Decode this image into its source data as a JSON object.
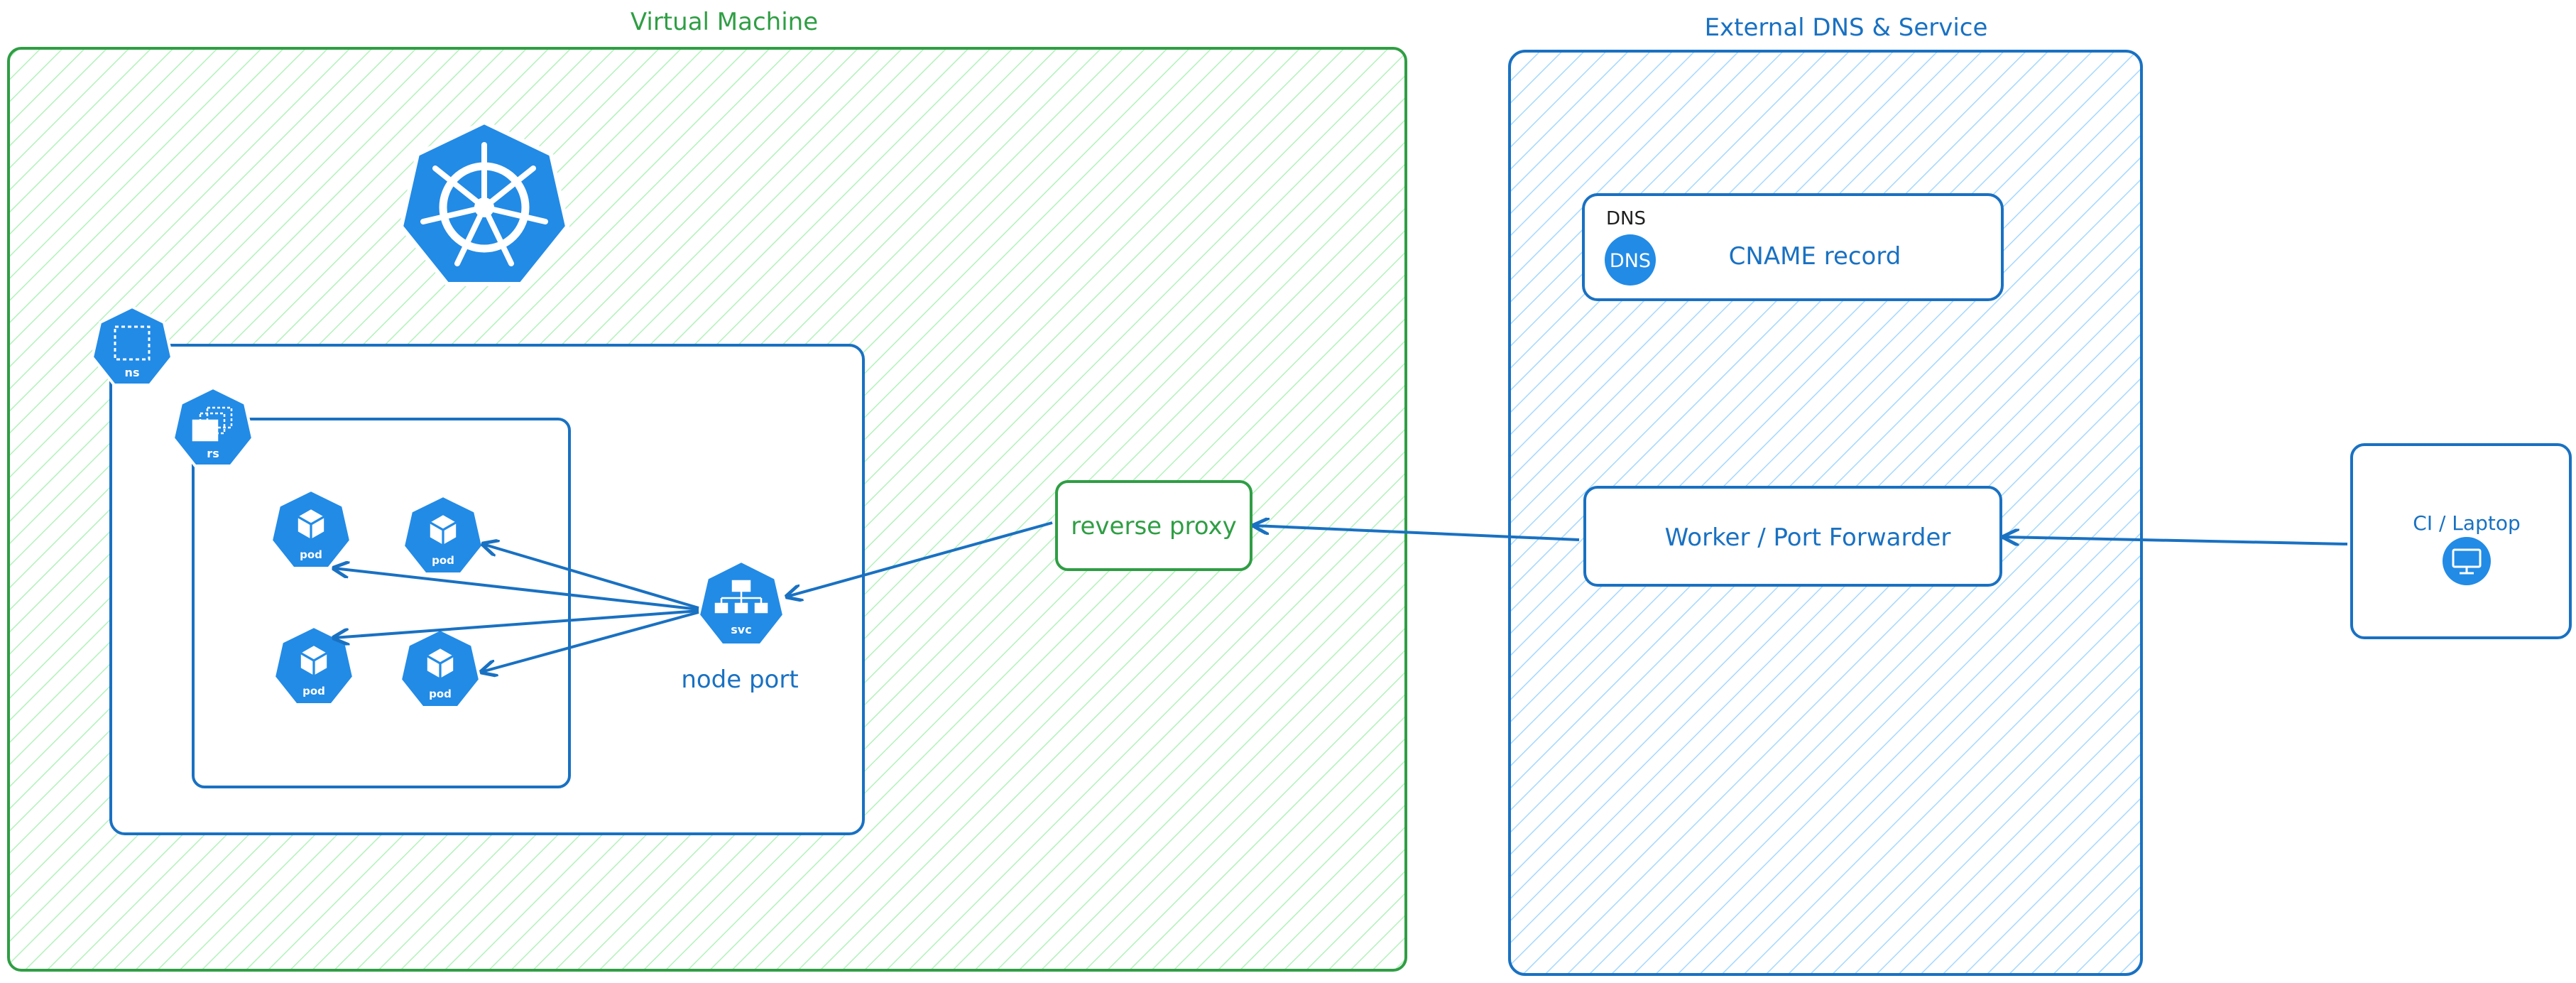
{
  "diagram": {
    "vm_title": "Virtual Machine",
    "external_title": "External DNS & Service",
    "ns_label": "ns",
    "rs_label": "rs",
    "pod_label": "pod",
    "svc_label": "svc",
    "node_port_label": "node port",
    "reverse_proxy_label": "reverse proxy",
    "dns_small_label": "DNS",
    "dns_icon_label": "DNS",
    "cname_label": "CNAME record",
    "worker_label": "Worker / Port Forwarder",
    "client_label": "CI / Laptop"
  },
  "colors": {
    "green": "#2f9e44",
    "green_hatch": "#b2f2bb",
    "blue": "#1971c2",
    "blue_hatch": "#a5d8ff",
    "k8s_blue": "#228be6",
    "white": "#ffffff"
  },
  "icons": {
    "k8s_logo": "kubernetes-helm-icon",
    "namespace": "namespace-icon",
    "replicaset": "replicaset-icon",
    "pod": "cube-icon",
    "service": "network-tree-icon",
    "dns": "dns-circle-icon",
    "laptop": "monitor-icon"
  }
}
